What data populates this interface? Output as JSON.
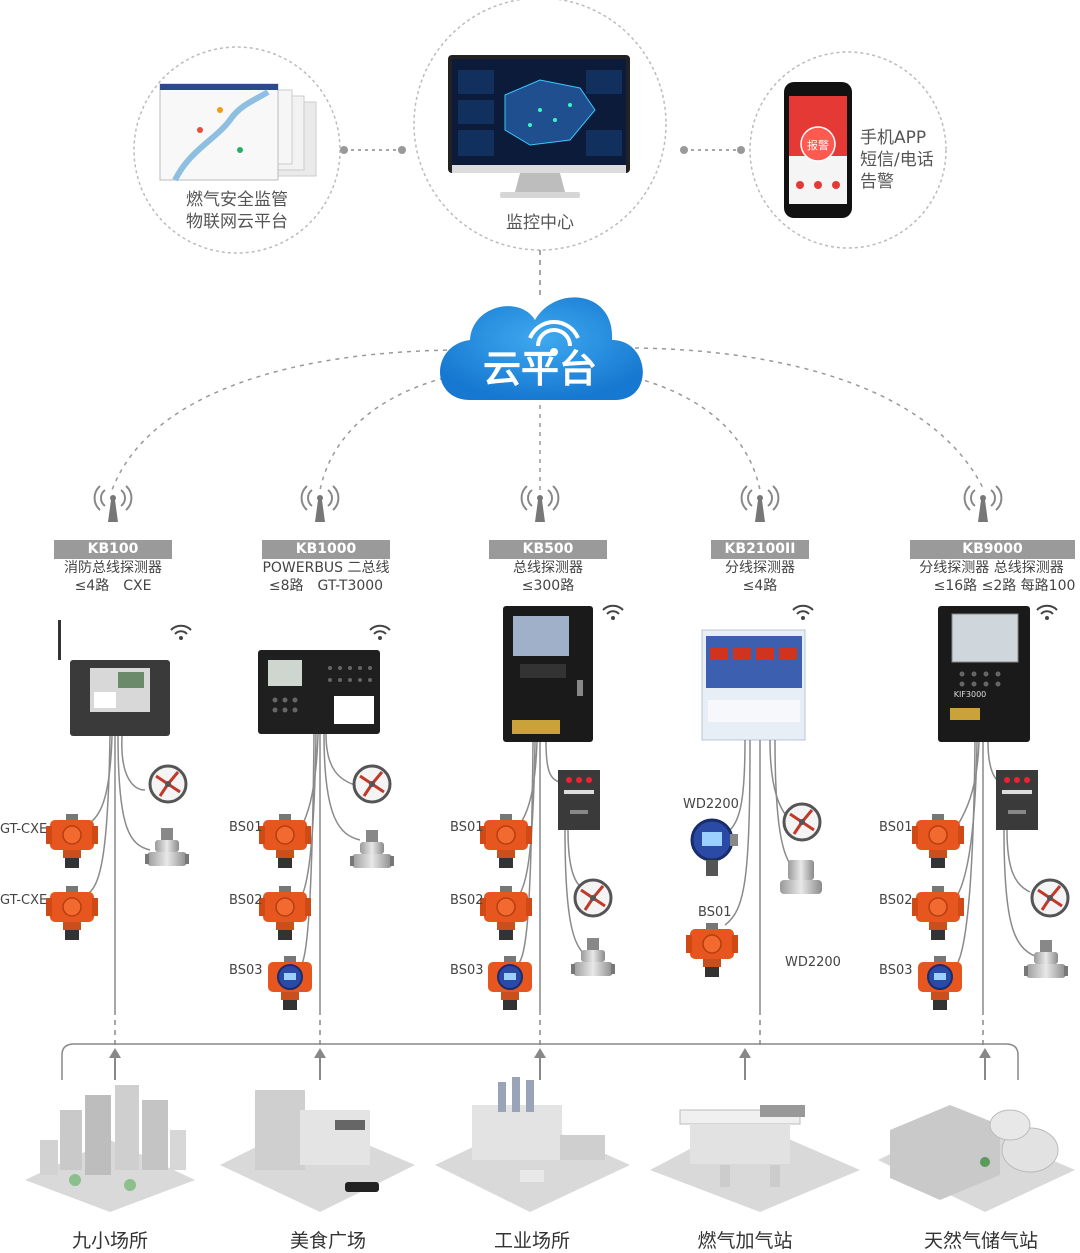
{
  "top": {
    "left_caption": [
      "燃气安全监管",
      "物联网云平台"
    ],
    "center_caption": "监控中心",
    "right_caption": [
      "手机APP",
      "短信/电话",
      "告警"
    ],
    "phone_button": "报警"
  },
  "cloud": {
    "label": "云平台",
    "color": "#1e8fe0"
  },
  "controllers": [
    {
      "name": "KB100",
      "spec1": "消防总线探测器",
      "spec2": "≤4路　CXE"
    },
    {
      "name": "KB1000",
      "spec1": "POWERBUS 二总线",
      "spec2": "≤8路　GT-T3000"
    },
    {
      "name": "KB500",
      "spec1": "总线探测器",
      "spec2": "≤300路"
    },
    {
      "name": "KB2100II",
      "spec1": "分线探测器",
      "spec2": "≤4路"
    },
    {
      "name": "KB9000",
      "spec1": "分线探测器  总线探测器",
      "spec2": "≤16路  ≤2路 每路100"
    }
  ],
  "device_labels": {
    "gt_cxe": "GT-CXE",
    "bs01": "BS01",
    "bs02": "BS02",
    "bs03": "BS03",
    "wd2200": "WD2200"
  },
  "panel_brand": "KIF3000",
  "scenes": [
    "九小场所",
    "美食广场",
    "工业场所",
    "燃气加气站",
    "天然气储气站"
  ],
  "colors": {
    "detector_orange": "#e8561f",
    "cloud_blue": "#1e8fe0",
    "dashed_line": "#9a9a9a",
    "label_gray": "#9a9a9a"
  }
}
